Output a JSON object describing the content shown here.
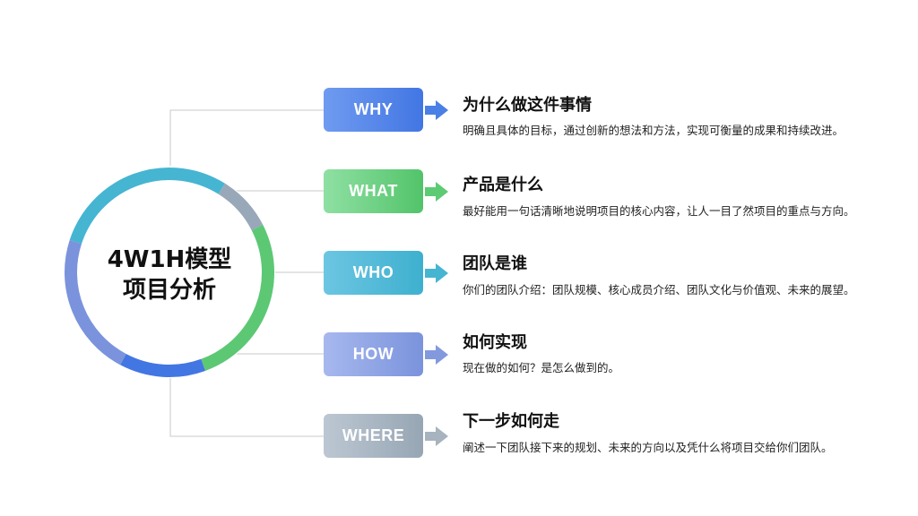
{
  "center": {
    "line1": "4W1H模型",
    "line2": "项目分析"
  },
  "items": [
    {
      "label": "WHY",
      "heading": "为什么做这件事情",
      "desc": "明确且具体的目标，通过创新的想法和方法，实现可衡量的成果和持续改进。",
      "color_start": "#6f9bf0",
      "color_end": "#4276e3",
      "arrow_color": "#4a7fe6"
    },
    {
      "label": "WHAT",
      "heading": "产品是什么",
      "desc": "最好能用一句话清晰地说明项目的核心内容，让人一目了然项目的重点与方向。",
      "color_start": "#8fe0a3",
      "color_end": "#52c46a",
      "arrow_color": "#5dcb74"
    },
    {
      "label": "WHO",
      "heading": "团队是谁",
      "desc": "你们的团队介绍：团队规模、核心成员介绍、团队文化与价值观、未来的展望。",
      "color_start": "#6cc6e2",
      "color_end": "#3eb0cf",
      "arrow_color": "#45b5d2"
    },
    {
      "label": "HOW",
      "heading": "如何实现",
      "desc": "现在做的如何？是怎么做到的。",
      "color_start": "#a7b8ee",
      "color_end": "#7a93dc",
      "arrow_color": "#8399de"
    },
    {
      "label": "WHERE",
      "heading": "下一步如何走",
      "desc": "阐述一下团队接下来的规划、未来的方向以及凭什么将项目交给你们团队。",
      "color_start": "#bcc7d2",
      "color_end": "#97a6b4",
      "arrow_color": "#a7b3bf"
    }
  ],
  "ring_colors": [
    "#45b5d2",
    "#98a8b8",
    "#5cc874",
    "#4276e3",
    "#7a93dc"
  ]
}
